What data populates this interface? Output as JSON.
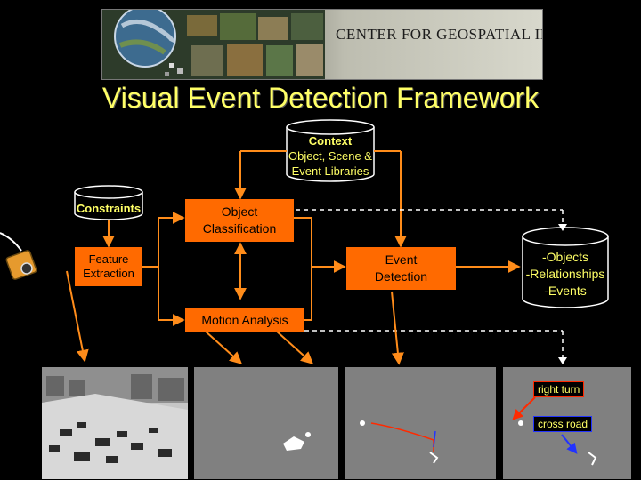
{
  "banner": {
    "title": "CENTER FOR GEOSPATIAL INTELLIGENCE"
  },
  "slide": {
    "title": "Visual Event Detection Framework"
  },
  "context": {
    "label_bold": "Context",
    "line1": "Object, Scene &",
    "line2": "Event Libraries"
  },
  "constraints": {
    "label": "Constraints"
  },
  "feature_extraction": {
    "line1": "Feature",
    "line2": "Extraction"
  },
  "object_classification": {
    "line1": "Object",
    "line2": "Classification"
  },
  "motion_analysis": {
    "label": "Motion Analysis"
  },
  "event_detection": {
    "line1": "Event",
    "line2": "Detection"
  },
  "outputs": {
    "line1": "-Objects",
    "line2": "-Relationships",
    "line3": "-Events"
  },
  "annotations": {
    "right_turn": "right turn",
    "cross_road": "cross road"
  },
  "colors": {
    "background": "#000000",
    "title": "#ffff66",
    "box_fill": "#ff6a00",
    "arrow": "#ff8c1a",
    "panel": "#808080",
    "right_turn_border": "#ff2a00",
    "cross_road_border": "#2233ff"
  }
}
